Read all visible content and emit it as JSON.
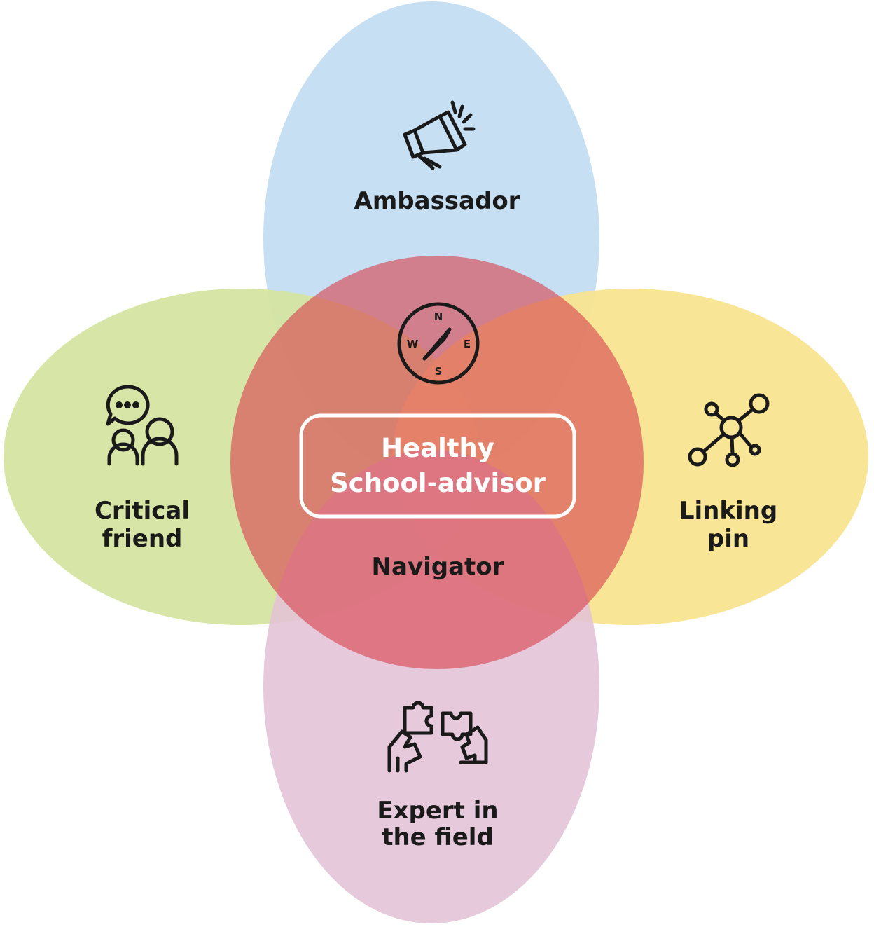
{
  "diagram": {
    "center": {
      "line1": "Healthy",
      "line2": "School-advisor"
    },
    "roles": {
      "top": {
        "label": "Ambassador",
        "icon": "megaphone-icon",
        "color": "#c6dff2"
      },
      "left": {
        "line1": "Critical",
        "line2": "friend",
        "icon": "people-chat-icon",
        "color": "#d5e3a0"
      },
      "right": {
        "line1": "Linking",
        "line2": "pin",
        "icon": "network-icon",
        "color": "#f8e38f"
      },
      "bottom": {
        "line1": "Expert in",
        "line2": "the field",
        "icon": "puzzle-hands-icon",
        "color": "#e3c3d6"
      },
      "middle": {
        "label": "Navigator",
        "icon": "compass-icon",
        "color": "#d8434f"
      }
    },
    "compass_letters": {
      "n": "N",
      "s": "S",
      "e": "E",
      "w": "W"
    }
  }
}
